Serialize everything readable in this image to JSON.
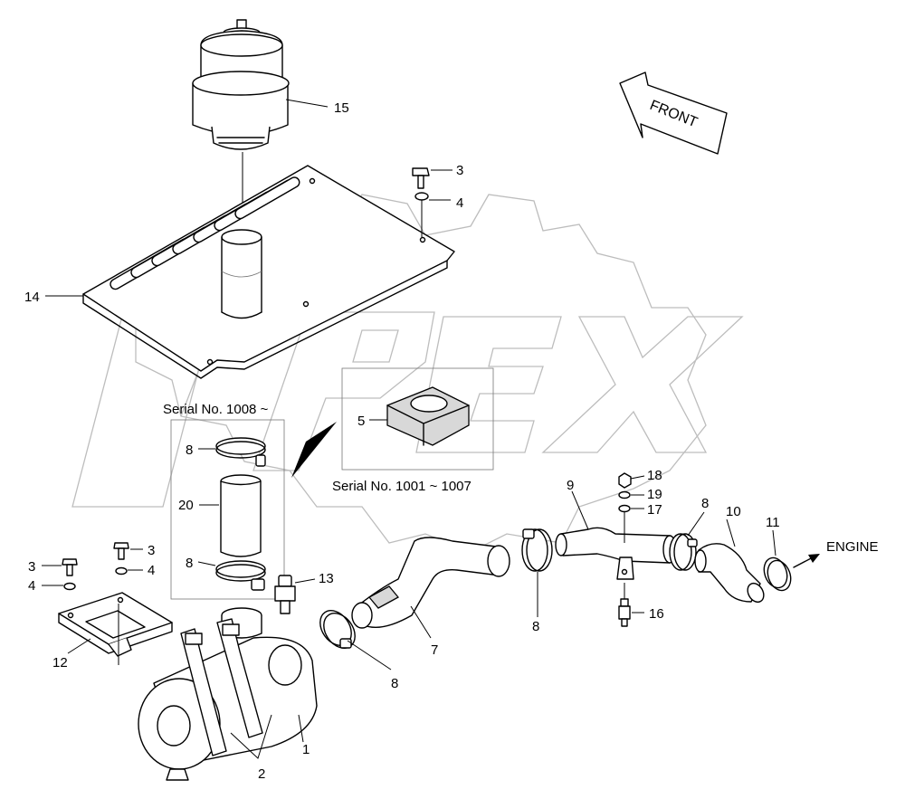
{
  "callouts": {
    "c1": "1",
    "c2": "2",
    "c3a": "3",
    "c3b": "3",
    "c3c": "3",
    "c4a": "4",
    "c4b": "4",
    "c4c": "4",
    "c5": "5",
    "c7": "7",
    "c8a": "8",
    "c8b": "8",
    "c8c": "8",
    "c8d": "8",
    "c8e": "8",
    "c9": "9",
    "c10": "10",
    "c11": "11",
    "c12": "12",
    "c13": "13",
    "c14": "14",
    "c15": "15",
    "c16": "16",
    "c17": "17",
    "c18": "18",
    "c19": "19",
    "c20": "20"
  },
  "notes": {
    "serial_upper": "Serial No. 1008 ~",
    "serial_lower": "Serial No. 1001 ~ 1007",
    "front": "FRONT",
    "engine": "ENGINE"
  },
  "colors": {
    "line": "#000000",
    "watermark": "#bdbdbd",
    "shade": "#d8d8d8"
  }
}
